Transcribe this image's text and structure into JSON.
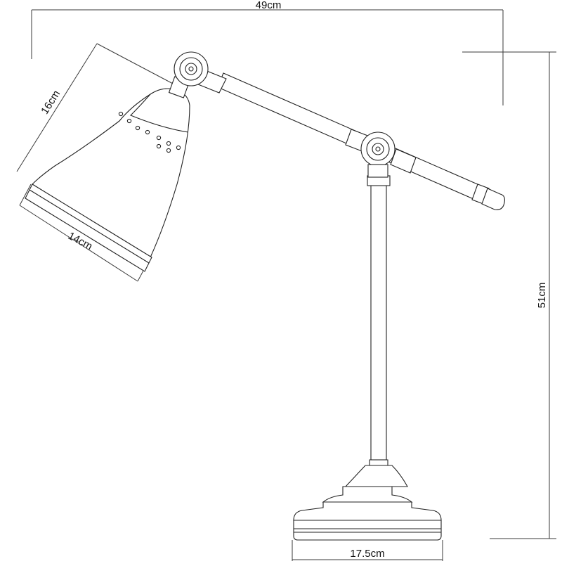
{
  "dimensions": {
    "width_label": "49cm",
    "height_label": "51cm",
    "shade_height_label": "16cm",
    "shade_diameter_label": "14cm",
    "base_diameter_label": "17.5cm"
  },
  "colors": {
    "line": "#222222",
    "dimension_line": "#3a3a3a",
    "background": "#ffffff"
  }
}
